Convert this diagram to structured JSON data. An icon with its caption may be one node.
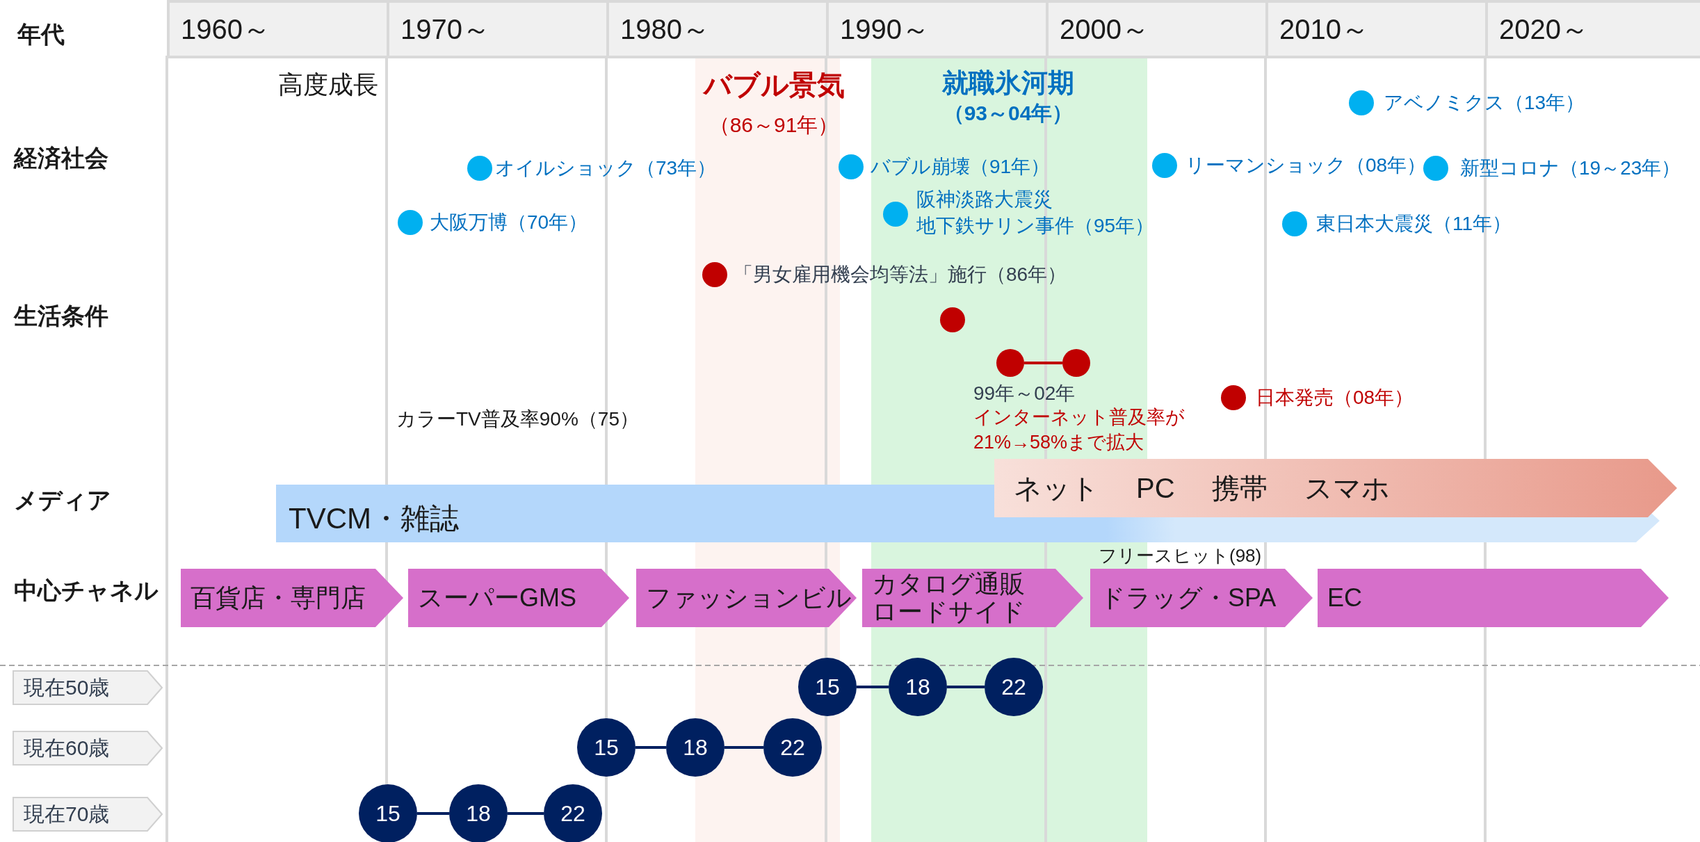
{
  "diagram": {
    "nodes": [
      {
        "text": [],
        "shape": "circle"
      },
      {
        "text": [],
        "shape": "circle"
      },
      {
        "text": [
          "ネット PC 携帯 スマホ"
        ]
      },
      {
        "text": [
          "TVCM・雑誌"
        ]
      },
      {
        "text": [
          "百貨店・専門店"
        ]
      },
      {
        "text": [
          "スーパーGMS"
        ]
      },
      {
        "text": [
          "ファッションビル"
        ]
      },
      {
        "text": [
          "カタログ通販ロードサイド"
        ]
      },
      {
        "text": [
          "ドラッグ・SPA"
        ]
      },
      {
        "text": [
          "EC"
        ]
      },
      {
        "text": [
          "現在50歳"
        ]
      },
      {
        "text": [
          "15"
        ]
      },
      {
        "text": [
          "18"
        ]
      },
      {
        "text": [
          "22"
        ]
      },
      {
        "text": [
          "現在60歳"
        ]
      },
      {
        "text": [
          "15"
        ]
      },
      {
        "text": [
          "18"
        ]
      },
      {
        "text": [
          "22"
        ]
      },
      {
        "text": [
          "現在70歳"
        ]
      },
      {
        "text": [
          "15"
        ]
      },
      {
        "text": [
          "18"
        ]
      },
      {
        "text": [
          "22"
        ]
      }
    ],
    "edges": [
      {
        "from": 0,
        "to": 1,
        "arrow": "none",
        "color": "#c00000"
      },
      {
        "from": 11,
        "to": 12,
        "arrow": "none"
      },
      {
        "from": 12,
        "to": 13,
        "arrow": "none"
      },
      {
        "from": 15,
        "to": 16,
        "arrow": "none"
      },
      {
        "from": 16,
        "to": 17,
        "arrow": "none"
      },
      {
        "from": 19,
        "to": 20,
        "arrow": "none"
      },
      {
        "from": 20,
        "to": 21,
        "arrow": "none"
      }
    ],
    "labels": [
      "年代",
      "1960～",
      "1970～",
      "1980～",
      "1990～",
      "2000～",
      "2010～",
      "2020～",
      "高度成長",
      "バブル景気",
      "（86～91年）",
      "就職氷河期",
      "（93～04年）",
      "アベノミクス（13年）",
      "経済社会",
      "オイルショック（73年）",
      "バブル崩壊（91年）",
      "リーマンショック（08年）",
      "新型コロナ（19～23年）",
      "阪神淡路大震災地下鉄サリン事件（95年）",
      "大阪万博（70年）",
      "東日本大震災（11年）",
      "「男女雇用機会均等法」施行（86年）",
      "生活条件",
      "99年～02年",
      "インターネット普及率が21%→58%まで拡大",
      "日本発売（08年）",
      "カラーTV普及率90%（75）",
      "メディア",
      "フリースヒット(98)",
      "中心チャネル"
    ]
  }
}
